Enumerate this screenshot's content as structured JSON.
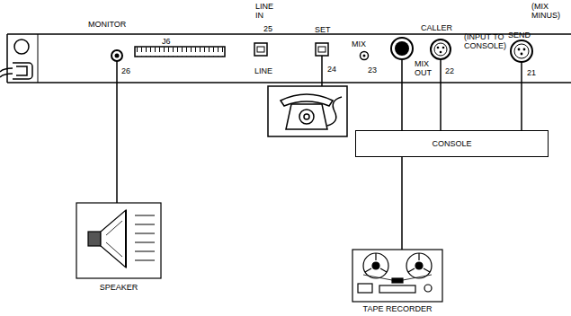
{
  "diagram": {
    "nodes": [
      {
        "text": [
          "CONSOLE"
        ]
      },
      {
        "text": [
          "SPEAKER"
        ]
      },
      {
        "text": [
          "TAPE RECORDER"
        ]
      }
    ],
    "labels": [
      "MONITOR",
      "26",
      "J6",
      "LINE IN",
      "25",
      "LINE",
      "SET",
      "24",
      "MIX",
      "23",
      "MIX OUT",
      "CALLER",
      "22",
      "(INPUT TO CONSOLE)",
      "(MIX MINUS)",
      "SEND",
      "21"
    ]
  }
}
